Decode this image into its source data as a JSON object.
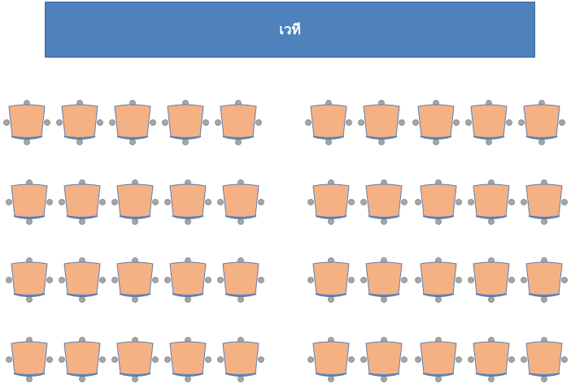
{
  "stage": {
    "label": "เวที"
  },
  "seating": {
    "sections": [
      "left",
      "right"
    ],
    "rows": 4,
    "chairs_per_row_per_section": 5
  },
  "colors": {
    "stage_fill": "#4f81bd",
    "chair_fill": "#f4b183",
    "chair_outline": "#5b7fb3",
    "leg_fill": "#a6a6a6"
  },
  "icons": {
    "chair": "chair-icon"
  }
}
